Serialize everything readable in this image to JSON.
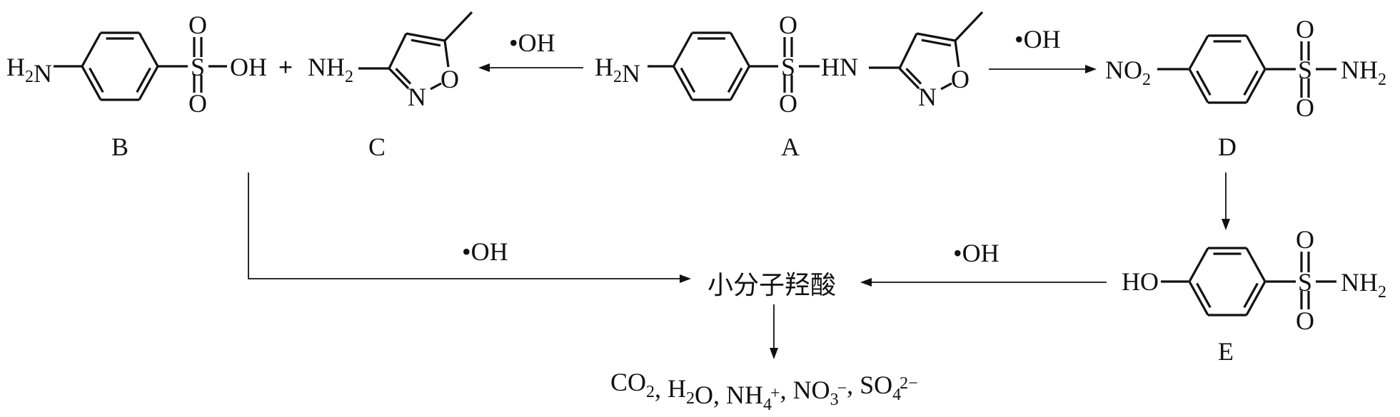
{
  "colors": {
    "ink": "#111111",
    "background": "#ffffff"
  },
  "labels": {
    "A": "A",
    "B": "B",
    "C": "C",
    "D": "D",
    "E": "E"
  },
  "reagent": "•OH",
  "intermediate": "小分子羟酸",
  "formulas": {
    "h2n": [
      {
        "t": "H"
      },
      {
        "t": "2",
        "sub": true
      },
      {
        "t": "N"
      }
    ],
    "nh2": [
      {
        "t": "NH"
      },
      {
        "t": "2",
        "sub": true
      }
    ],
    "no2": [
      {
        "t": "NO"
      },
      {
        "t": "2",
        "sub": true
      }
    ],
    "s": [
      {
        "t": "S"
      }
    ],
    "o": [
      {
        "t": "O"
      }
    ],
    "n": [
      {
        "t": "N"
      }
    ],
    "oh": [
      {
        "t": "OH"
      }
    ],
    "ho": [
      {
        "t": "HO"
      }
    ],
    "hn": [
      {
        "t": "HN"
      }
    ],
    "plus": [
      {
        "t": "+"
      }
    ],
    "products": [
      {
        "t": "CO"
      },
      {
        "t": "2",
        "sub": true
      },
      {
        "t": ", H"
      },
      {
        "t": "2",
        "sub": true
      },
      {
        "t": "O, NH"
      },
      {
        "t": "4",
        "sub": true
      },
      {
        "t": "+",
        "sup": true
      },
      {
        "t": ", NO"
      },
      {
        "t": "3",
        "sub": true
      },
      {
        "t": "−",
        "sup": true
      },
      {
        "t": ", SO"
      },
      {
        "t": "4",
        "sub": true
      },
      {
        "t": "2−",
        "sup": true
      }
    ]
  }
}
